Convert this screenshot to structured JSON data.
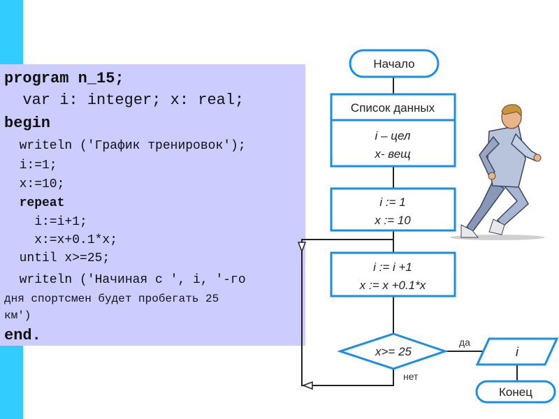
{
  "code": {
    "line1": "program n_15;",
    "line2": "  var i: integer; x: real;",
    "line3": "begin",
    "line4": "  writeln ('График тренировок');",
    "line5": "  i:=1;",
    "line6": "  x:=10;",
    "line7": "  repeat",
    "line8": "    i:=i+1;",
    "line9": "    x:=x+0.1*x;",
    "line10": "  until x>=25;",
    "line11": "  writeln ('Начиная с ', i, '-го",
    "line12": "дня спортсмен будет пробегать 25",
    "line13": "км')",
    "line14": "end."
  },
  "flowchart": {
    "start": "Начало",
    "data_list_title": "Список данных",
    "data_i": "i – цел",
    "data_x": "x- вещ",
    "init_i": "i := 1",
    "init_x": "x := 10",
    "loop_i": "i := i +1",
    "loop_x": "x := x +0.1*x",
    "condition": "x>= 25",
    "yes_label": "да",
    "no_label": "нет",
    "output": "i",
    "end": "Конец"
  },
  "colors": {
    "accent_bar": "#33ccff",
    "code_panel": "#ccccff",
    "block_border": "#1a8fe0",
    "line": "#222222"
  },
  "icons": {
    "runner": "runner-clipart-icon"
  }
}
